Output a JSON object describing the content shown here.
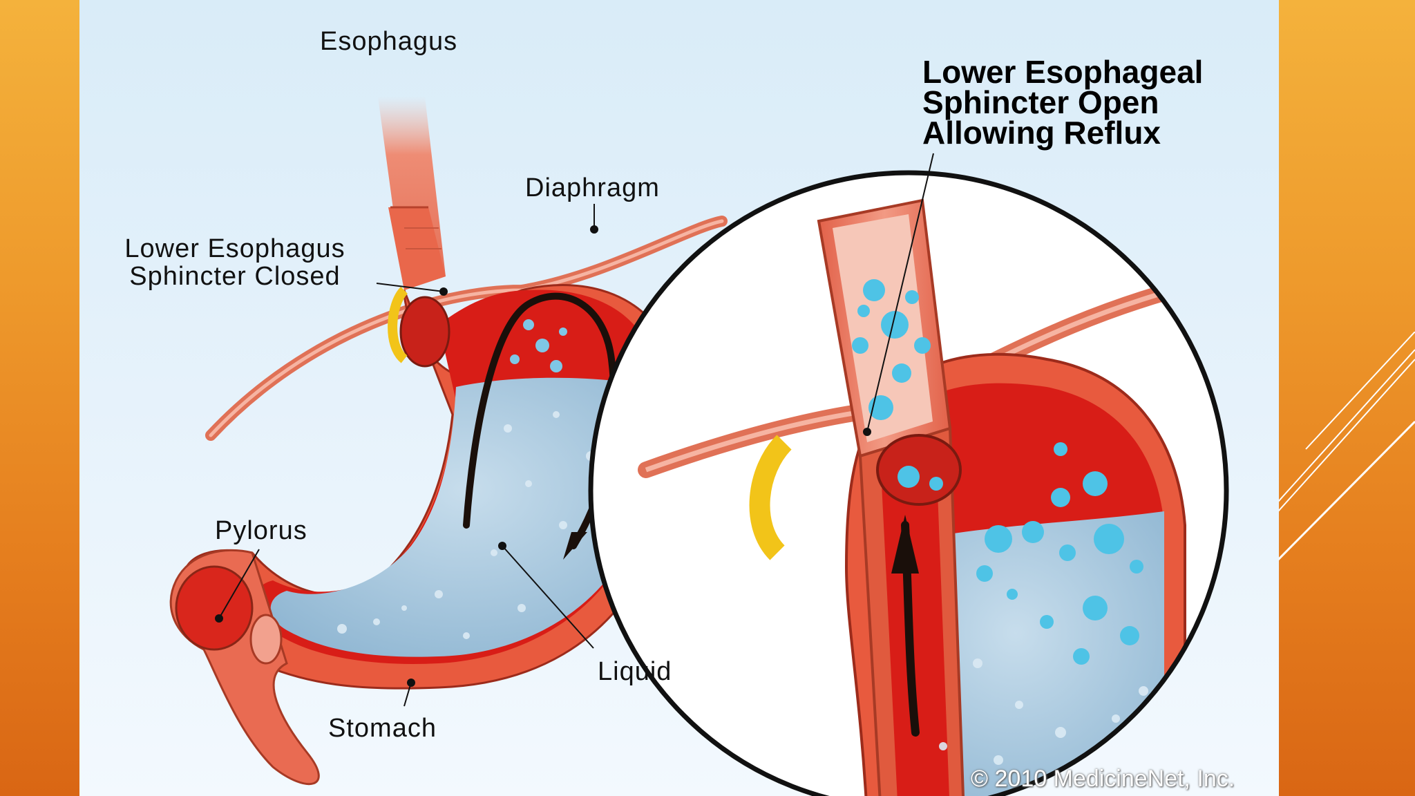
{
  "labels": {
    "esophagus": "Esophagus",
    "diaphragm": "Diaphragm",
    "les_closed_line1": "Lower Esophagus",
    "les_closed_line2": "Sphincter Closed",
    "pylorus": "Pylorus",
    "liquid": "Liquid",
    "stomach": "Stomach",
    "les_open_line1": "Lower Esophageal",
    "les_open_line2": "Sphincter Open",
    "les_open_line3": "Allowing Reflux"
  },
  "copyright": "© 2010 MedicineNet, Inc.",
  "colors": {
    "slide_orange_top": "#f4b23c",
    "slide_orange_bottom": "#d96614",
    "tissue_red": "#d9261c",
    "muscle_orange": "#e8704a",
    "liquid_blue": "#9fc4dc",
    "droplet_cyan": "#4ec3e6",
    "fat_yellow": "#f2c419"
  }
}
